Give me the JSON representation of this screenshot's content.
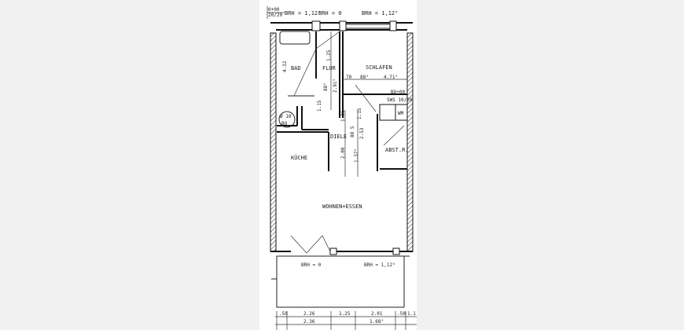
{
  "header": {
    "level_mark_top": "0+00",
    "level_mark_bottom": "20/20",
    "window_brh_left": "BRH = 1,12⁵",
    "window_brh_mid": "BRH = 0",
    "window_brh_right": "BRH = 1,12⁵"
  },
  "rooms": {
    "bad": "BAD",
    "flur": "FLUR",
    "schlafen": "SCHLAFEN",
    "kueche": "KÜCHE",
    "diele": "DIELE",
    "abstr": "ABST.R.",
    "wohnen_essen": "WOHNEN+ESSEN",
    "wm": "WM"
  },
  "marks": {
    "sws_top": "BO+00",
    "sws_bottom": "SWS 10/20",
    "bad_circle_top": "Ø 10",
    "bad_circle_bottom": "BO"
  },
  "inner_dims": {
    "bad_height": "4.32",
    "flur_v1": "1.25",
    "flur_v2": "2.91⁵",
    "flur_v3": "88⁵",
    "flur_v4": "1.15",
    "schlafen_a": "70",
    "schlafen_b": "88⁵",
    "schlafen_c": "4.71⁵",
    "diele_a": "1.01",
    "diele_b": "1.15",
    "diele_c": "88 5",
    "diele_d": "2.53",
    "diele_e": "2.00",
    "diele_f": "1.37⁵"
  },
  "balcony": {
    "brh_left": "BRH = 0",
    "brh_right": "BRH = 1,12⁵"
  },
  "bottom_dims": {
    "row1": [
      ".50",
      "2.26",
      "1.25",
      "2.01",
      ".50",
      "1.1"
    ],
    "row2": [
      "2.36",
      "1.68⁵"
    ]
  }
}
